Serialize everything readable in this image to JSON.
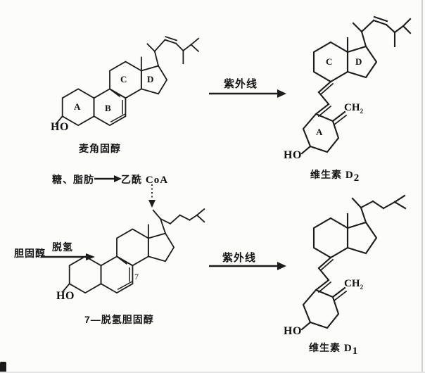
{
  "canvas": {
    "bg": "#fcfcfb",
    "ink": "#1c1c1c"
  },
  "top_reaction": {
    "reactant": {
      "name": "麦角固醇",
      "hydroxyl": "HO",
      "rings": {
        "a": "A",
        "b": "B",
        "c": "C",
        "d": "D"
      }
    },
    "condition": "紫外线",
    "product": {
      "name_cn": "维生素",
      "name_letter": "D",
      "name_sub": "2",
      "hydroxyl": "HO",
      "methylene": "CH",
      "methylene_sub": "2",
      "rings": {
        "a": "A",
        "c": "C",
        "d": "D"
      }
    }
  },
  "metabolism_note": {
    "substrates": "糖、脂肪",
    "acetyl_cn": "乙酰",
    "acetyl_latin": "CoA"
  },
  "bottom_reaction": {
    "precursor": "胆固醇",
    "step": "脱氢",
    "reactant": {
      "name": "7—脱氢胆固醇",
      "hydroxyl": "HO",
      "carbon_position": "7"
    },
    "condition": "紫外线",
    "product": {
      "name_cn": "维生素",
      "name_letter": "D",
      "name_sub": "1",
      "hydroxyl": "HO",
      "methylene": "CH",
      "methylene_sub": "2"
    }
  }
}
